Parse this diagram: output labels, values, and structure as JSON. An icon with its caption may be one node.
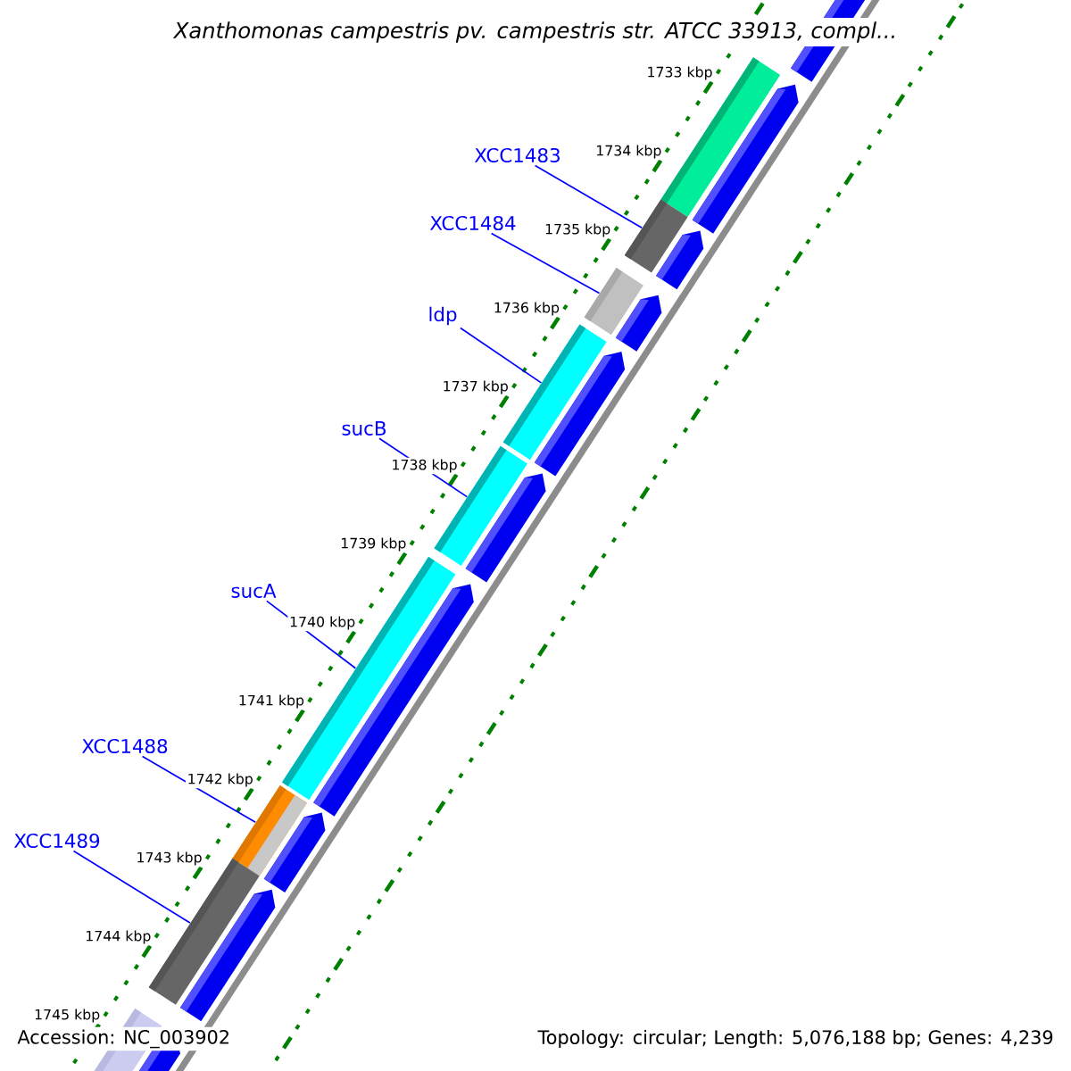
{
  "diagram": {
    "title": "Xanthomonas campestris pv. campestris str. ATCC 33913, compl...",
    "nodes": [
      {
        "text": [
          "XCC1483"
        ]
      },
      {
        "text": [
          "XCC1484"
        ]
      },
      {
        "text": [
          "ldp"
        ]
      },
      {
        "text": [
          "sucB"
        ]
      },
      {
        "text": [
          "sucA"
        ]
      },
      {
        "text": [
          "XCC1488"
        ]
      },
      {
        "text": [
          "XCC1489"
        ]
      },
      {
        "text": [],
        "shape": "bar"
      },
      {
        "text": [],
        "shape": "bar"
      },
      {
        "text": [],
        "shape": "bar"
      },
      {
        "text": [],
        "shape": "bar"
      },
      {
        "text": [],
        "shape": "bar"
      },
      {
        "text": [],
        "shape": "bar"
      },
      {
        "text": [],
        "shape": "bar"
      }
    ],
    "edges": [
      {
        "from": 0,
        "to": 7,
        "arrow": "none"
      },
      {
        "from": 1,
        "to": 8,
        "arrow": "none"
      },
      {
        "from": 2,
        "to": 9,
        "arrow": "none"
      },
      {
        "from": 3,
        "to": 10,
        "arrow": "none"
      },
      {
        "from": 4,
        "to": 11,
        "arrow": "none"
      },
      {
        "from": 5,
        "to": 12,
        "arrow": "none"
      },
      {
        "from": 6,
        "to": 13,
        "arrow": "none"
      }
    ],
    "labels": [
      "1733 kbp",
      "1734 kbp",
      "1735 kbp",
      "1736 kbp",
      "1737 kbp",
      "1738 kbp",
      "1739 kbp",
      "1740 kbp",
      "1741 kbp",
      "1742 kbp",
      "1743 kbp",
      "1744 kbp",
      "1745 kbp",
      "Accession: NC_003902",
      "Topology: circular; Length: 5,076,188 bp; Genes: 4,239"
    ]
  }
}
